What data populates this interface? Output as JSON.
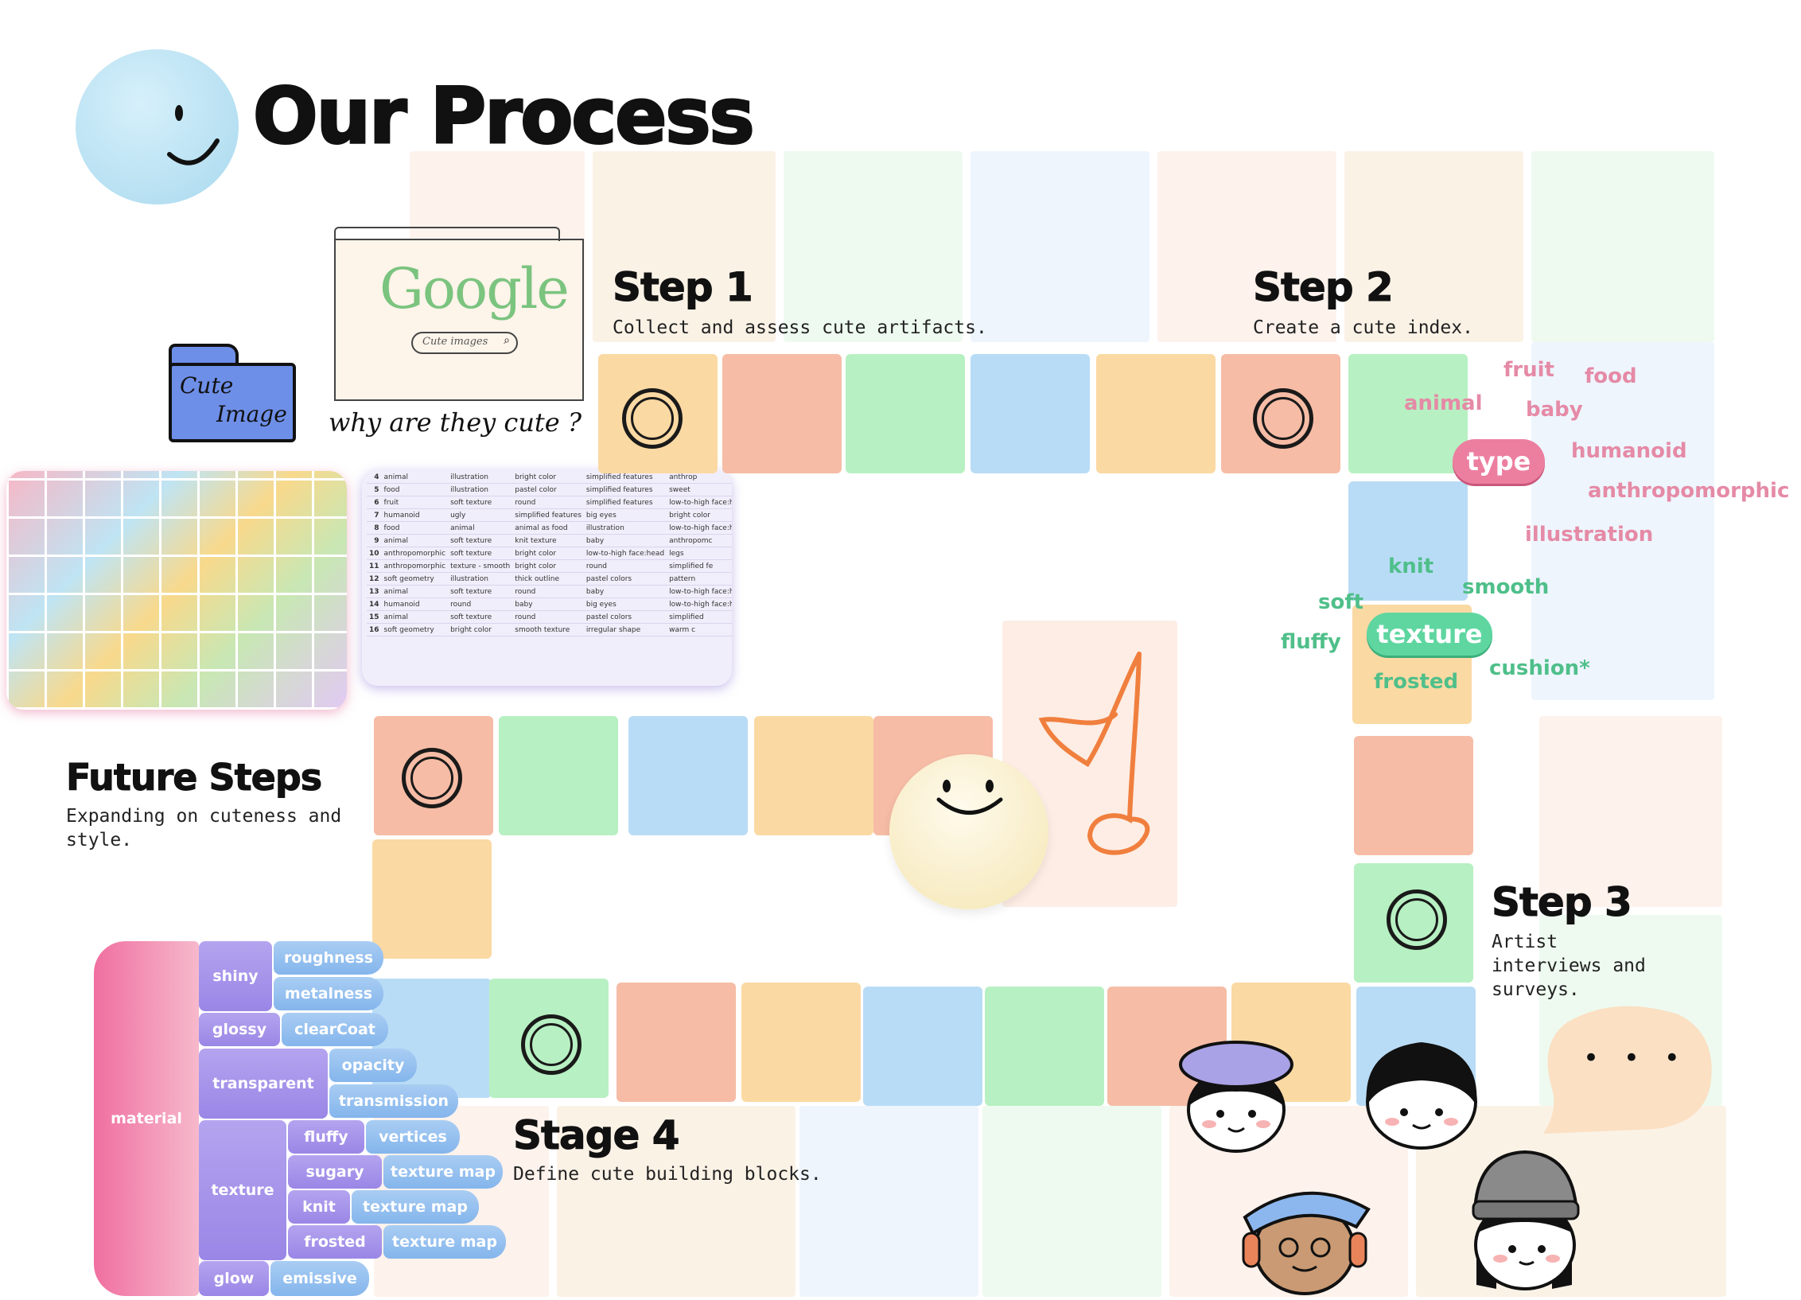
{
  "header": {
    "title": "Our Process"
  },
  "steps": [
    {
      "heading": "Step 1",
      "description": "Collect and assess cute artifacts."
    },
    {
      "heading": "Step 2",
      "description": "Create a cute index."
    },
    {
      "heading": "Step 3",
      "description": "Artist interviews and surveys."
    },
    {
      "heading": "Stage 4",
      "description": "Define cute building blocks."
    }
  ],
  "future": {
    "heading": "Future Steps",
    "description": "Expanding on cuteness and style."
  },
  "google_sketch": {
    "logo": "Google",
    "search": "Cute images",
    "question": "why are they cute ?"
  },
  "folder": {
    "label_line1": "Cute",
    "label_line2": "Image"
  },
  "type_cloud": {
    "center": "type",
    "words": [
      "fruit",
      "food",
      "animal",
      "baby",
      "humanoid",
      "anthropomorphic",
      "illustration"
    ]
  },
  "texture_cloud": {
    "center": "texture",
    "words": [
      "knit",
      "smooth",
      "soft",
      "fluffy",
      "frosted",
      "cushion*"
    ]
  },
  "spreadsheet": {
    "rows": [
      [
        "4",
        "animal",
        "illustration",
        "bright color",
        "simplified features",
        "anthrop"
      ],
      [
        "5",
        "food",
        "illustration",
        "pastel color",
        "simplified features",
        "sweet"
      ],
      [
        "6",
        "fruit",
        "soft texture",
        "round",
        "simplified features",
        "low-to-high face:head"
      ],
      [
        "7",
        "humanoid",
        "ugly",
        "simplified features",
        "big eyes",
        "bright color"
      ],
      [
        "8",
        "food",
        "animal",
        "animal as food",
        "illustration",
        "low-to-high face:head"
      ],
      [
        "9",
        "animal",
        "soft texture",
        "knit texture",
        "baby",
        "anthropomc"
      ],
      [
        "10",
        "anthropomorphic",
        "soft texture",
        "bright color",
        "low-to-high face:head",
        "legs"
      ],
      [
        "11",
        "anthropomorphic",
        "texture - smooth",
        "bright color",
        "round",
        "simplified fe"
      ],
      [
        "12",
        "soft geometry",
        "illustration",
        "thick outline",
        "pastel colors",
        "pattern"
      ],
      [
        "13",
        "animal",
        "soft texture",
        "round",
        "baby",
        "low-to-high face:head"
      ],
      [
        "14",
        "humanoid",
        "round",
        "baby",
        "big eyes",
        "low-to-high face:head"
      ],
      [
        "15",
        "animal",
        "soft texture",
        "round",
        "pastel colors",
        "simplified"
      ],
      [
        "16",
        "soft geometry",
        "bright color",
        "smooth texture",
        "irregular shape",
        "warm c"
      ]
    ]
  },
  "material_tree": {
    "root": "material",
    "groups": [
      {
        "name": "shiny",
        "children": [
          "roughness",
          "metalness"
        ]
      },
      {
        "name": "glossy",
        "children": [
          "clearCoat"
        ]
      },
      {
        "name": "transparent",
        "children": [
          "opacity",
          "transmission"
        ]
      },
      {
        "name": "texture",
        "subgroups": [
          {
            "name": "fluffy",
            "child": "vertices"
          },
          {
            "name": "sugary",
            "child": "texture map"
          },
          {
            "name": "knit",
            "child": "texture map"
          },
          {
            "name": "frosted",
            "child": "texture map"
          }
        ]
      },
      {
        "name": "glow",
        "children": [
          "emissive"
        ]
      }
    ]
  },
  "speech_bubble": {
    "text": "• • •"
  },
  "colors": {
    "pink": "#f2b79d",
    "orange": "#fbd9a3",
    "green": "#b7f0c2",
    "blue": "#b9dcf6",
    "tag_pink": "#e58aa6",
    "tag_green": "#4fbf8a"
  }
}
